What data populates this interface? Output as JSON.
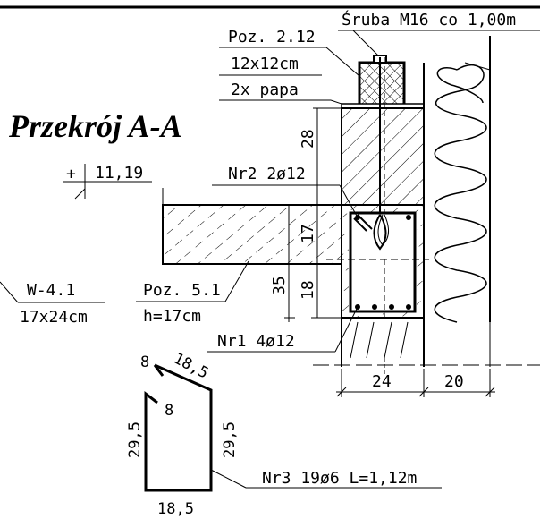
{
  "title": "Przekrój A-A",
  "labels": {
    "bolt": "Śruba M16 co 1,00m",
    "beam_pos": "Poz. 2.12",
    "beam_size": "12x12cm",
    "papa": "2x papa",
    "level": "11,19",
    "nr2": "Nr2 2ø12",
    "w_pos": "W-4.1",
    "w_size": "17x24cm",
    "slab_pos": "Poz. 5.1",
    "slab_h": "h=17cm",
    "nr1": "Nr1 4ø12",
    "nr3": "Nr3 19ø6 L=1,12m"
  },
  "dimensions": {
    "d28": "28",
    "d17": "17",
    "d35": "35",
    "d18": "18",
    "d24": "24",
    "d20": "20"
  },
  "stirrup": {
    "hook1": "8",
    "hook2": "8",
    "diag": "18,5",
    "left": "29,5",
    "right": "29,5",
    "bottom": "18,5"
  }
}
